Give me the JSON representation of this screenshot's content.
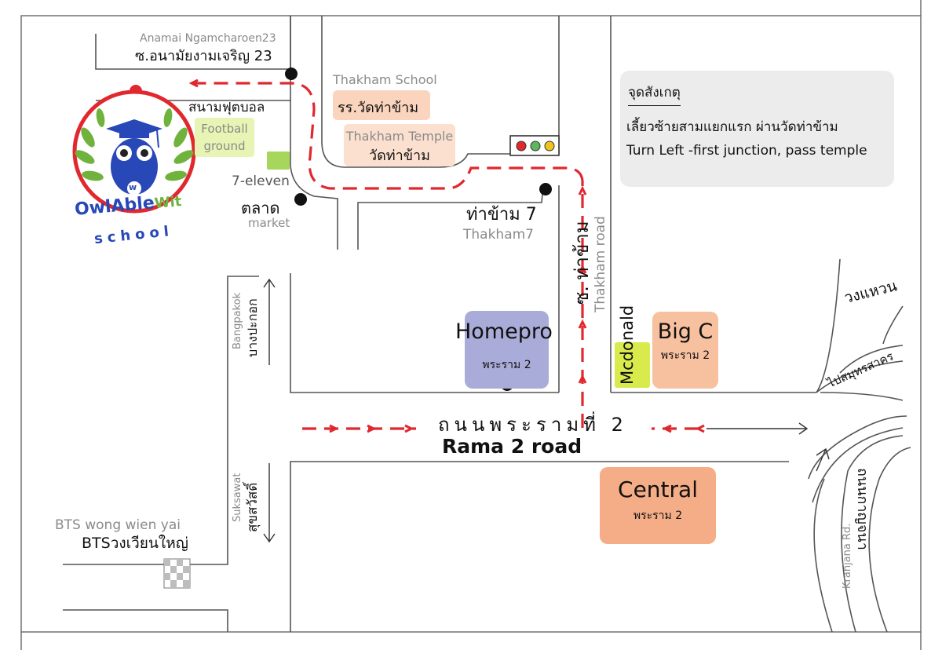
{
  "title_labels": {
    "anamai_en": "Anamai Ngamcharoen23",
    "anamai_th": "ซ.อนามัยงามเจริญ 23",
    "football_th": "สนามฟุตบอล",
    "football_en": "Football ground",
    "seven_eleven": "7-eleven",
    "market_th": "ตลาด",
    "market_en": "market",
    "school_en": "Thakham School",
    "school_th": "รร.วัดท่าข้าม",
    "temple_en": "Thakham Temple",
    "temple_th": "วัดท่าข้าม",
    "thakham7_th": "ท่าข้าม 7",
    "thakham7_en": "Thakham7",
    "soi_thakham_th": "ซ. ท่าข้าม",
    "thakham_road_en": "Thakham road",
    "homepro": "Homepro",
    "homepro_sub": "พระราม 2",
    "mcdonald": "Mcdonald",
    "bigc": "Big C",
    "bigc_sub": "พระราม 2",
    "wongwaen": "วงแหวน",
    "to_samutsakhon": "ไปสมุทรสาคร",
    "rama2_th": "ถนนพระรามที่ 2",
    "rama2_en": "Rama 2  road",
    "central": "Central",
    "central_sub": "พระราม 2",
    "bangpakok_en": "Bangpakok",
    "bangpakok_th": "บางปะกอก",
    "suksawat_en": "Suksawat",
    "suksawat_th": "สุขสวัสดิ์",
    "bts_en": "BTS wong wien yai",
    "bts_th": "BTSวงเวียนใหญ่",
    "kanjana_en": "Kranjana Rd.",
    "kanjana_th": "ถนนกาญจนา"
  },
  "note": {
    "heading": "จุดสังเกตุ",
    "line_th": "เลี้ยวซ้ายสามแยกแรก  ผ่านวัดท่าข้าม",
    "line_en": "Turn Left -first junction, pass temple"
  },
  "logo": {
    "brand_owl": "OwlAble",
    "brand_wit": "Wit",
    "brand_school": "school",
    "badge_letter": "w"
  },
  "colors": {
    "route": "#e0282e",
    "road": "#555555",
    "homepro_box": "#a9acd8",
    "bigc_box": "#f7c1a0",
    "central_box": "#f4ad86",
    "mcdonald_box": "#d8ea4c",
    "school_box": "#fad4bd",
    "temple_box": "#fce0cf",
    "football_box": "#e8f4b4",
    "seven_box": "#a6d65c",
    "note_box": "#ececec",
    "logo_ring": "#e0282e",
    "logo_green": "#6fb33d",
    "logo_blue": "#2848b8"
  },
  "icons": [
    "traffic-light-icon",
    "bts-station-icon",
    "owl-logo-icon",
    "direction-arrow-icon"
  ]
}
